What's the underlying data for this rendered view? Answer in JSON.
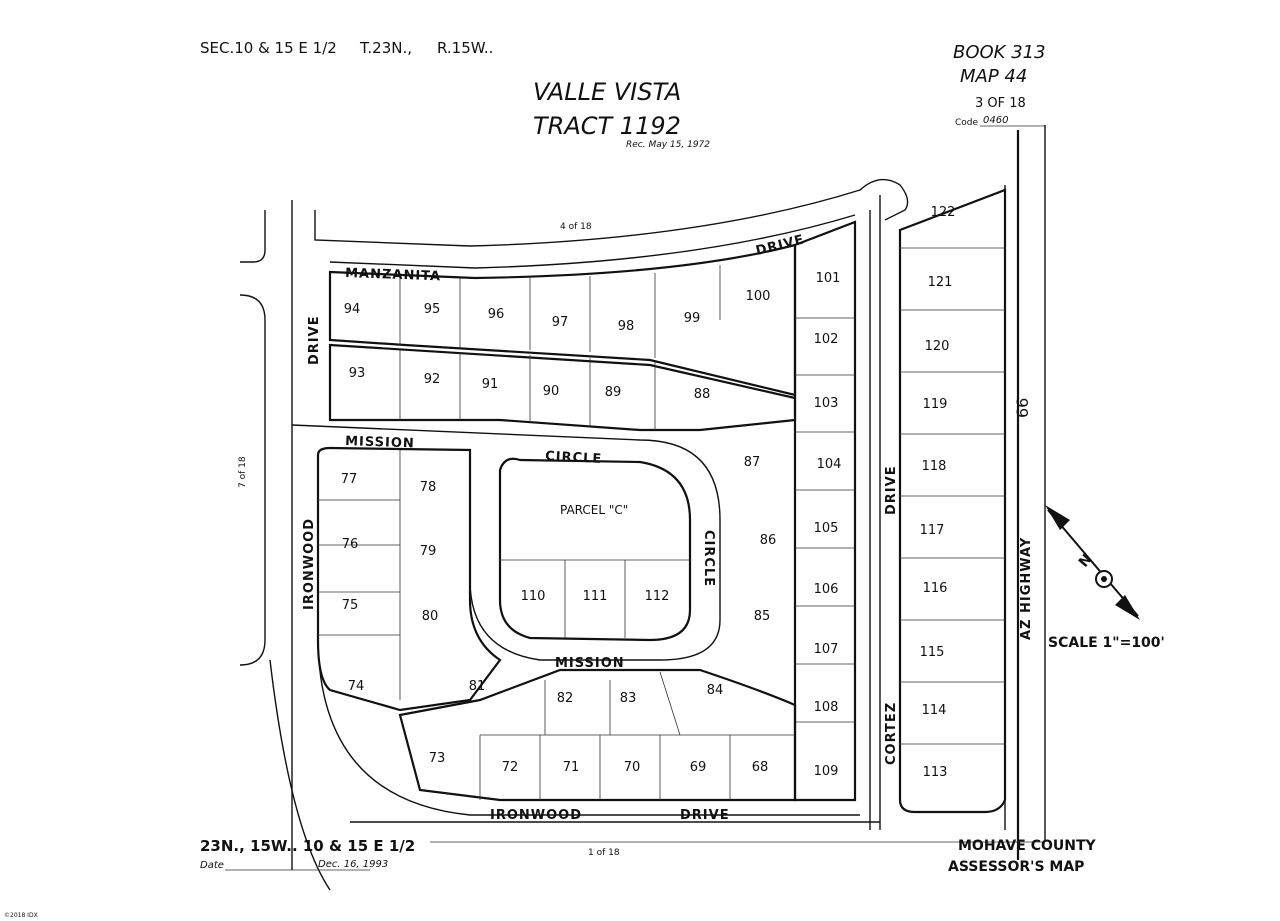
{
  "header": {
    "section": "SEC.10 & 15 E 1/2",
    "township": "T.23N.,",
    "range": "R.15W..",
    "title_line1": "VALLE VISTA",
    "title_line2": "TRACT 1192",
    "recorded": "Rec. May 15, 1972",
    "book": "BOOK 313",
    "map": "MAP 44",
    "sheet": "3 OF 18",
    "code_label": "Code",
    "code_value": "0460"
  },
  "adjacent_sheets": {
    "top": "4 of 18",
    "left": "7 of 18",
    "bottom": "1 of 18"
  },
  "streets": {
    "manzanita": "MANZANITA",
    "drive_top": "DRIVE",
    "drive_left": "DRIVE",
    "mission_top": "MISSION",
    "circle_top": "CIRCLE",
    "circle_right": "CIRCLE",
    "mission_bottom": "MISSION",
    "ironwood_left": "IRONWOOD",
    "ironwood_bottom": "IRONWOOD",
    "drive_bottom": "DRIVE",
    "cortez": "CORTEZ",
    "drive_cortez": "DRIVE",
    "highway": "AZ HIGHWAY",
    "highway_num": "66"
  },
  "parcel_c": "PARCEL \"C\"",
  "lots": [
    "73",
    "74",
    "75",
    "76",
    "77",
    "78",
    "79",
    "80",
    "81",
    "82",
    "83",
    "84",
    "85",
    "86",
    "87",
    "88",
    "89",
    "90",
    "91",
    "92",
    "93",
    "94",
    "95",
    "96",
    "97",
    "98",
    "99",
    "100",
    "101",
    "102",
    "103",
    "104",
    "105",
    "106",
    "107",
    "108",
    "109",
    "110",
    "111",
    "112",
    "113",
    "114",
    "115",
    "116",
    "117",
    "118",
    "119",
    "120",
    "121",
    "122",
    "68",
    "69",
    "70",
    "71",
    "72"
  ],
  "scale": "SCALE 1\"=100'",
  "footer": {
    "left": "23N., 15W.. 10 & 15 E 1/2",
    "date_label": "Date",
    "date_value": "Dec. 16, 1993",
    "county": "MOHAVE COUNTY",
    "assessor": "ASSESSOR'S MAP",
    "tiny": "©2018 IDX"
  }
}
